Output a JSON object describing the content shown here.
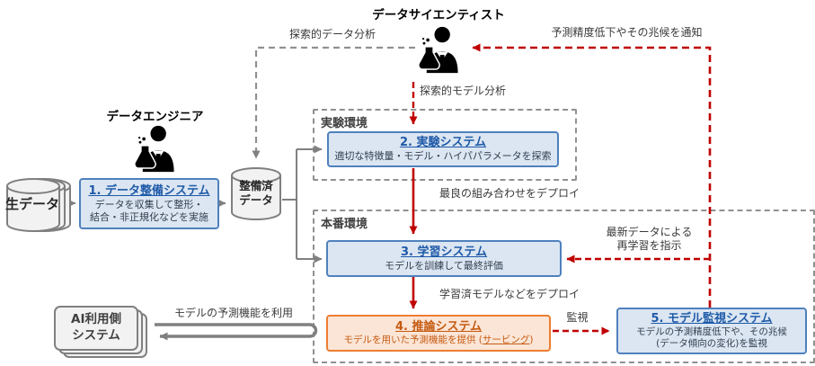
{
  "actors": {
    "data_scientist": {
      "label": "データサイエンティスト"
    },
    "data_engineer": {
      "label": "データエンジニア"
    }
  },
  "datastores": {
    "raw_data": {
      "label": "生データ"
    },
    "prepared_data": {
      "line1": "整備済",
      "line2": "データ"
    }
  },
  "environments": {
    "experiment": {
      "label": "実験環境"
    },
    "production": {
      "label": "本番環境"
    }
  },
  "systems": {
    "data_preparation": {
      "title": "1. データ整備システム",
      "desc_line1": "データを収集して整形・",
      "desc_line2": "結合・非正規化などを実施"
    },
    "experiment": {
      "title": "2. 実験システム",
      "desc": "適切な特徴量・モデル・ハイパパラメータを探索"
    },
    "training": {
      "title": "3. 学習システム",
      "desc": "モデルを訓練して最終評価"
    },
    "inference": {
      "title": "4. 推論システム",
      "desc_prefix": "モデルを用いた予測機能を提供 (",
      "desc_link": "サービング",
      "desc_suffix": ")"
    },
    "monitoring": {
      "title": "5. モデル監視システム",
      "desc_line1": "モデルの予測精度低下や、その兆候",
      "desc_line2": "(データ傾向の変化)を監視"
    }
  },
  "external": {
    "ai_consumer": {
      "line1": "AI利用側",
      "line2": "システム"
    }
  },
  "flows": {
    "exploratory_data_analysis": "探索的データ分析",
    "exploratory_model_analysis": "探索的モデル分析",
    "notify_accuracy_drop": "予測精度低下やその兆候を通知",
    "deploy_best_combination": "最良の組み合わせをデプロイ",
    "retrain_line1": "最新データによる",
    "retrain_line2": "再学習を指示",
    "deploy_trained_model": "学習済モデルなどをデプロイ",
    "monitor": "監視",
    "use_prediction": "モデルの予測機能を利用"
  },
  "colors": {
    "box_blue_fill": "#dbe6f2",
    "box_blue_border": "#4f81bd",
    "box_blue_title": "#1f5aa8",
    "box_orange_fill": "#fbe5d6",
    "box_orange_border": "#ed7d31",
    "box_orange_title": "#c55a11",
    "arrow_red": "#c00000",
    "arrow_gray": "#808080",
    "env_border": "#909090"
  }
}
